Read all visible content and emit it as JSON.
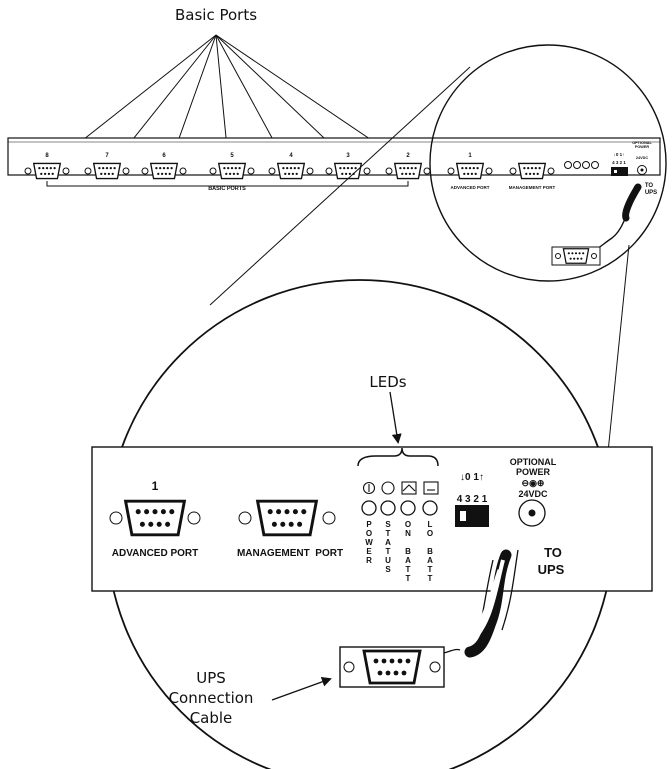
{
  "callouts": {
    "basic_ports": "Basic Ports",
    "leds": "LEDs",
    "cable": [
      "UPS",
      "Connection",
      "Cable"
    ]
  },
  "panel": {
    "basic_ports_label": "BASIC PORTS",
    "port_numbers": [
      "8",
      "7",
      "6",
      "5",
      "4",
      "3",
      "2"
    ],
    "advanced_number": "1",
    "advanced_label": "ADVANCED PORT",
    "management_label": "MANAGEMENT PORT"
  },
  "zoom": {
    "advanced_number": "1",
    "advanced_label": "ADVANCED PORT",
    "management_label": "MANAGEMENT  PORT",
    "led_labels": [
      [
        "P",
        "O",
        "W",
        "E",
        "R"
      ],
      [
        "S",
        "T",
        "A",
        "T",
        "U",
        "S"
      ],
      [
        "O",
        "N",
        "",
        "B",
        "A",
        "T",
        "T"
      ],
      [
        "L",
        "O",
        "",
        "B",
        "A",
        "T",
        "T"
      ]
    ],
    "dip_arrows": "↓0 1↑",
    "dip_numbers": "4 3 2 1",
    "optional_power": [
      "OPTIONAL",
      "POWER"
    ],
    "power_spec": "24VDC",
    "to_ups": [
      "TO",
      "UPS"
    ]
  }
}
